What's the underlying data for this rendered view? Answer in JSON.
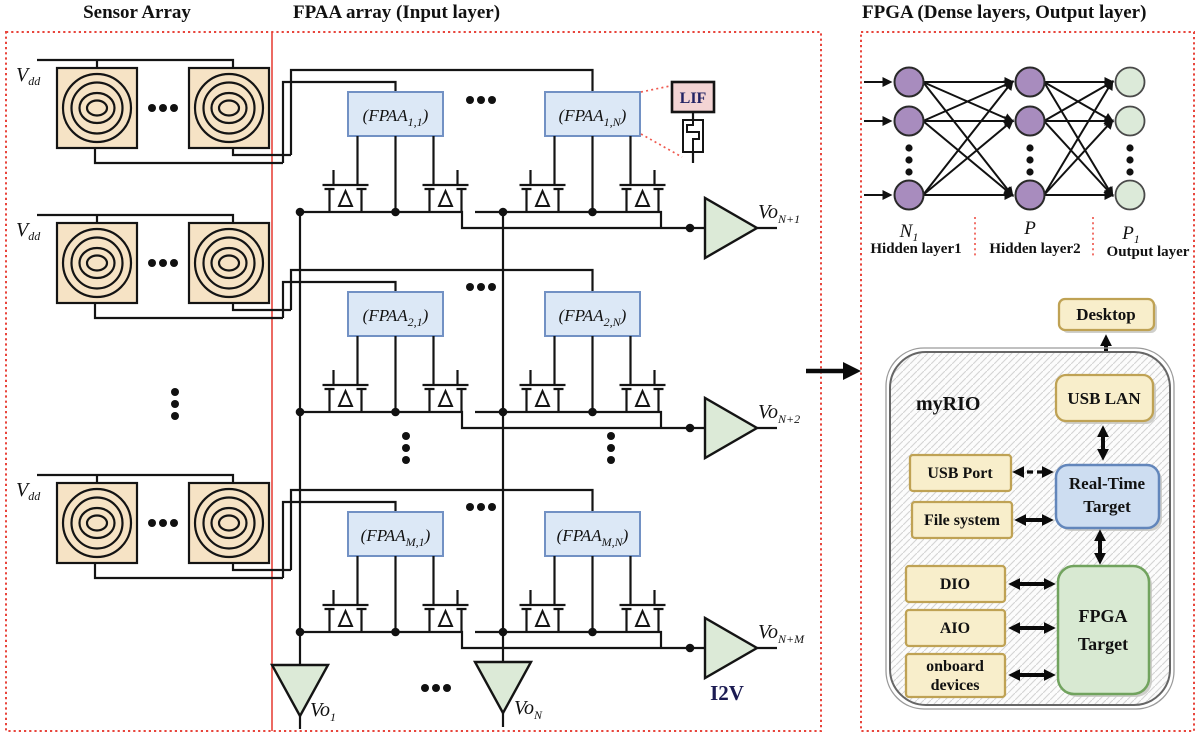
{
  "titles": {
    "sensor": "Sensor Array",
    "fpaa": "FPAA array (Input layer)",
    "fpga": "FPGA (Dense layers, Output layer)"
  },
  "sensor": {
    "vdd_main": "V",
    "vdd_sub": "dd"
  },
  "fpaa": {
    "prefix": "(FPAA",
    "suffix": ")",
    "subs": [
      "1,1",
      "1,N",
      "2,1",
      "2,N",
      "M,1",
      "M,N"
    ],
    "lif": "LIF"
  },
  "outputs": {
    "vo": "Vo",
    "row_subs": [
      "N+1",
      "N+2",
      "N+M"
    ],
    "col_subs": [
      "1",
      "N"
    ],
    "i2v": "I2V"
  },
  "nn": {
    "labels": [
      {
        "m": "N",
        "s": "1"
      },
      {
        "m": "P",
        "s": ""
      },
      {
        "m": "P",
        "s": "1"
      }
    ],
    "captions": [
      "Hidden layer1",
      "Hidden layer2",
      "Output layer"
    ]
  },
  "myrio": {
    "title": "myRIO",
    "desktop": "Desktop",
    "usb_lan": "USB LAN",
    "usb_port": "USB Port",
    "file_system": "File system",
    "dio": "DIO",
    "aio": "AIO",
    "onboard1": "onboard",
    "onboard2": "devices",
    "rt1": "Real-Time",
    "rt2": "Target",
    "fpga1": "FPGA",
    "fpga2": "Target"
  },
  "colors": {
    "border_red": "#e8453c",
    "sensor_fill": "#f6e3c5",
    "fpaa_fill": "#dce8f6",
    "fpaa_border": "#7291c4",
    "amp_fill": "#dcead7",
    "lif_fill": "#f3d4d4",
    "nn_hidden": "#a88cbe",
    "nn_output": "#dcead9",
    "box_tan": "#f8eecb",
    "box_tan_border": "#bfa254",
    "rt_fill": "#cdddf1",
    "rt_border": "#6286bb",
    "fpga_fill": "#d8e9d2",
    "fpga_border": "#71a35e"
  }
}
